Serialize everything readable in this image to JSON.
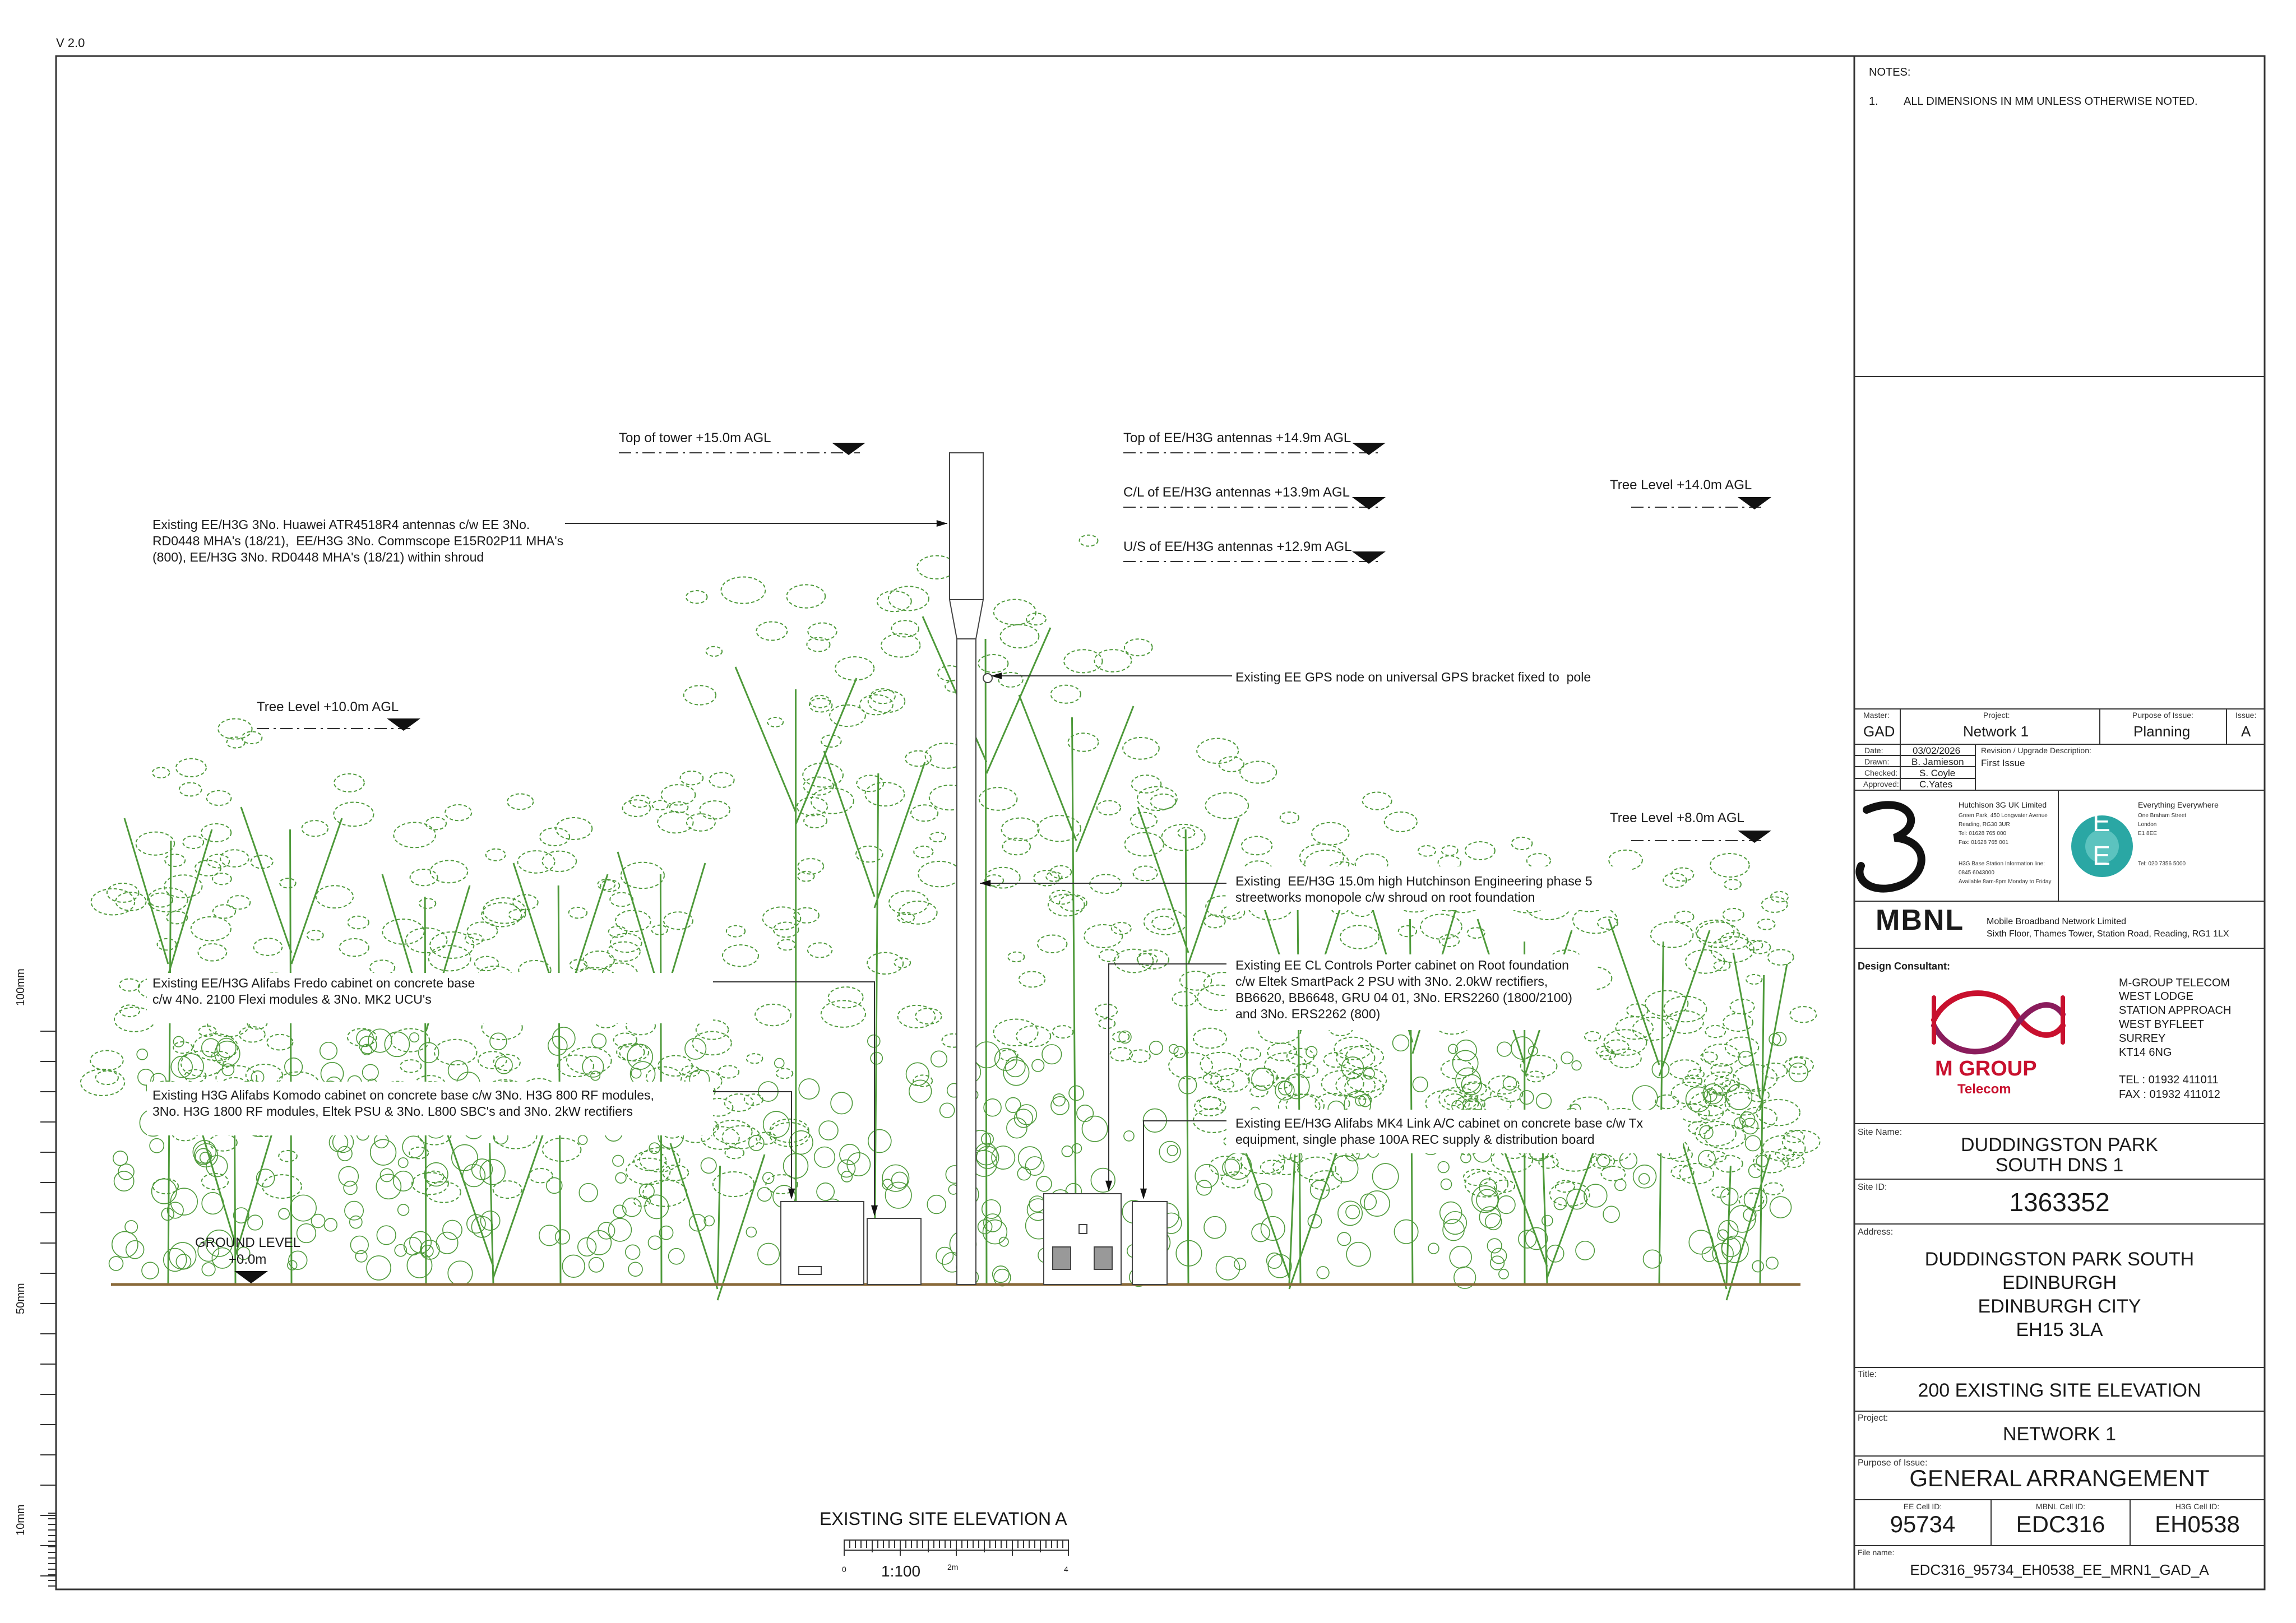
{
  "version": "V 2.0",
  "notes": {
    "heading": "NOTES:",
    "items": [
      {
        "num": "1.",
        "text": "ALL DIMENSIONS IN MM UNLESS OTHERWISE NOTED."
      }
    ]
  },
  "elevation": {
    "levels": {
      "top_of_tower": "Top of tower +15.0m AGL",
      "top_antennas": "Top of EE/H3G antennas +14.9m AGL",
      "cl_antennas": "C/L of EE/H3G antennas +13.9m AGL",
      "us_antennas": "U/S of EE/H3G antennas +12.9m AGL",
      "tree_14": "Tree Level +14.0m AGL",
      "tree_10": "Tree Level +10.0m AGL",
      "tree_8": "Tree Level +8.0m AGL",
      "ground_level": "GROUND LEVEL",
      "ground_value": "+0.0m"
    },
    "annotations": {
      "antennas": "Existing EE/H3G 3No. Huawei ATR4518R4 antennas c/w EE 3No.\nRD0448 MHA's (18/21),  EE/H3G 3No. Commscope E15R02P11 MHA's\n(800), EE/H3G 3No. RD0448 MHA's (18/21) within shroud",
      "gps": "Existing EE GPS node on universal GPS bracket fixed to  pole",
      "monopole": "Existing  EE/H3G 15.0m high Hutchinson Engineering phase 5\nstreetworks monopole c/w shroud on root foundation",
      "porter": "Existing EE CL Controls Porter cabinet on Root foundation\nc/w Eltek SmartPack 2 PSU with 3No. 2.0kW rectifiers,\nBB6620, BB6648, GRU 04 01, 3No. ERS2260 (1800/2100)\nand 3No. ERS2262 (800)",
      "fredo": "Existing EE/H3G Alifabs Fredo cabinet on concrete base\nc/w 4No. 2100 Flexi modules & 3No. MK2 UCU's",
      "komodo": "Existing H3G Alifabs Komodo cabinet on concrete base c/w 3No. H3G 800 RF modules,\n3No. H3G 1800 RF modules, Eltek PSU & 3No. L800 SBC's and 3No. 2kW rectifiers",
      "mk4": "Existing EE/H3G Alifabs MK4 Link A/C cabinet on concrete base c/w Tx\nequipment, single phase 100A REC supply & distribution board"
    },
    "view_title": "EXISTING SITE ELEVATION A",
    "scale": {
      "label": "1:100",
      "ticks": [
        "0",
        "2m",
        "4"
      ]
    },
    "side_scale": {
      "labels": [
        "100mm",
        "50mm",
        "10mm"
      ]
    }
  },
  "title_block": {
    "row1": {
      "master_label": "Master:",
      "master": "GAD",
      "project_label": "Project:",
      "project": "Network 1",
      "purpose_label": "Purpose of Issue:",
      "purpose": "Planning",
      "issue_label": "Issue:",
      "issue": "A"
    },
    "revisions": {
      "date_label": "Date:",
      "date": "03/02/2026",
      "drawn_label": "Drawn:",
      "drawn": "B. Jamieson",
      "checked_label": "Checked:",
      "checked": "S. Coyle",
      "approved_label": "Approved:",
      "approved": "C.Yates",
      "rev_heading": "Revision / Upgrade Description:",
      "rev_text": "First Issue"
    },
    "three": {
      "logo": "3",
      "name": "Hutchison 3G UK Limited",
      "address": [
        "Green Park, 450 Longwater Avenue",
        "Reading, RG30 3UR",
        "Tel: 01628 765 000",
        "Fax: 01628 765 001"
      ],
      "info": [
        "H3G Base Station Information line:",
        "0845 6043000",
        "Available 8am-8pm Monday to Friday"
      ]
    },
    "ee": {
      "logo_letters": [
        "E",
        "E"
      ],
      "name": "Everything Everywhere",
      "address": [
        "One Braham Street",
        "London",
        "E1 8EE"
      ],
      "tel": "Tel: 020 7356 5000"
    },
    "mbnl": {
      "logo": "MBNL",
      "name": "Mobile Broadband Network Limited",
      "address": "Sixth Floor, Thames Tower,  Station Road, Reading, RG1 1LX"
    },
    "consultant": {
      "label": "Design Consultant:",
      "logo_name": "M GROUP",
      "logo_sub": "Telecom",
      "address": [
        "M-GROUP TELECOM",
        "WEST LODGE",
        "STATION APPROACH",
        "WEST BYFLEET",
        "SURREY",
        "KT14 6NG"
      ],
      "tel": "TEL : 01932 411011",
      "fax": "FAX : 01932 411012"
    },
    "site_name_label": "Site Name:",
    "site_name": [
      "DUDDINGSTON PARK",
      "SOUTH DNS 1"
    ],
    "site_id_label": "Site ID:",
    "site_id": "1363352",
    "address_label": "Address:",
    "address": [
      "DUDDINGSTON PARK SOUTH",
      "EDINBURGH",
      "EDINBURGH CITY",
      "EH15 3LA"
    ],
    "title_label": "Title:",
    "title": "200 EXISTING SITE ELEVATION",
    "project_label": "Project:",
    "project": "NETWORK 1",
    "purpose_label": "Purpose of Issue:",
    "purpose": "GENERAL ARRANGEMENT",
    "ee_cell_label": "EE Cell ID:",
    "ee_cell": "95734",
    "mbnl_cell_label": "MBNL Cell ID:",
    "mbnl_cell": "EDC316",
    "h3g_cell_label": "H3G Cell ID:",
    "h3g_cell": "EH0538",
    "file_label": "File name:",
    "file_name": "EDC316_95734_EH0538_EE_MRN1_GAD_A"
  },
  "colors": {
    "tree_outline": "#4e9a3a",
    "ground": "#8a6a3a",
    "ee_teal": "#2aa7a4",
    "mgroup_red": "#c8102e"
  }
}
